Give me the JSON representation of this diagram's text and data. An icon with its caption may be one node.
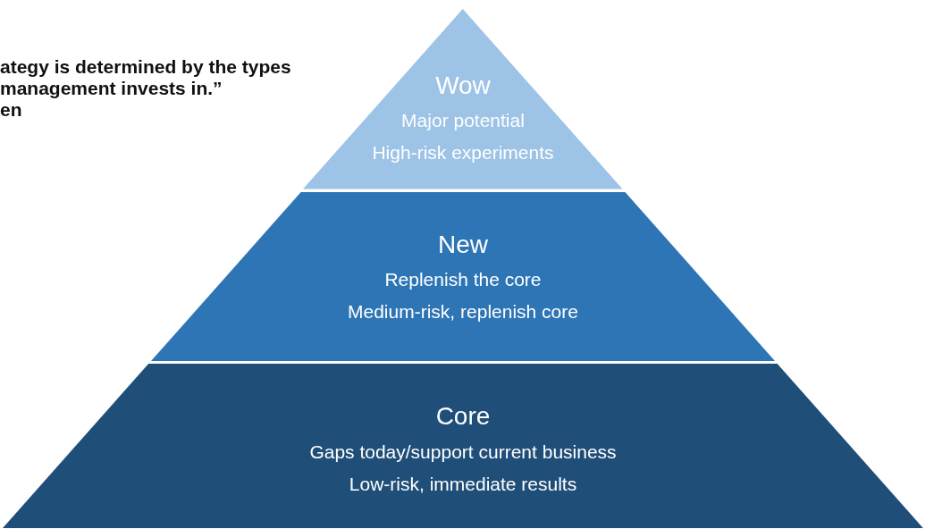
{
  "diagram": {
    "nodes": [
      {
        "text": [
          "Wow",
          "Major potential",
          "High-risk experiments"
        ]
      },
      {
        "text": [
          "New",
          "Replenish the core",
          "Medium-risk, replenish core"
        ]
      },
      {
        "text": [
          "Core",
          "Gaps today/support current business",
          "Low-risk, immediate results"
        ]
      }
    ],
    "labels": [
      "ategy is determined by the types management invests in.”",
      "en"
    ]
  }
}
